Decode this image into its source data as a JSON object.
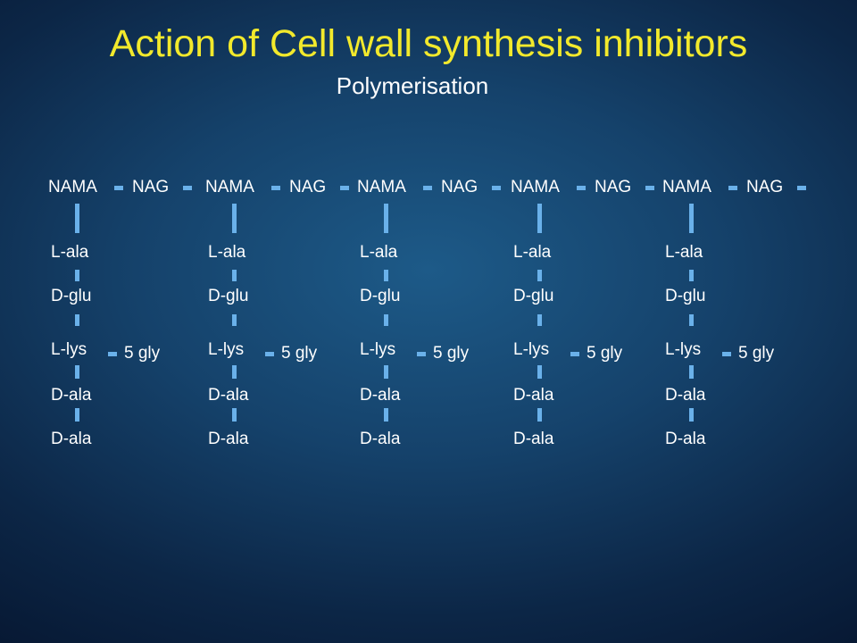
{
  "slide": {
    "title": "Action of Cell wall synthesis inhibitors",
    "subtitle": "Polymerisation"
  },
  "diagram": {
    "units": [
      {
        "sugar1": "NAMA",
        "sugar2": "NAG",
        "chain": [
          "L-ala",
          "D-glu",
          "L-lys",
          "D-ala",
          "D-ala"
        ],
        "bridge": "5 gly"
      },
      {
        "sugar1": "NAMA",
        "sugar2": "NAG",
        "chain": [
          "L-ala",
          "D-glu",
          "L-lys",
          "D-ala",
          "D-ala"
        ],
        "bridge": "5 gly"
      },
      {
        "sugar1": "NAMA",
        "sugar2": "NAG",
        "chain": [
          "L-ala",
          "D-glu",
          "L-lys",
          "D-ala",
          "D-ala"
        ],
        "bridge": "5 gly"
      },
      {
        "sugar1": "NAMA",
        "sugar2": "NAG",
        "chain": [
          "L-ala",
          "D-glu",
          "L-lys",
          "D-ala",
          "D-ala"
        ],
        "bridge": "5 gly"
      },
      {
        "sugar1": "NAMA",
        "sugar2": "NAG",
        "chain": [
          "L-ala",
          "D-glu",
          "L-lys",
          "D-ala",
          "D-ala"
        ],
        "bridge": "5 gly"
      }
    ],
    "bond_color": "#6ab1ea",
    "text_color": "#ffffff",
    "title_color": "#f2e92c"
  }
}
